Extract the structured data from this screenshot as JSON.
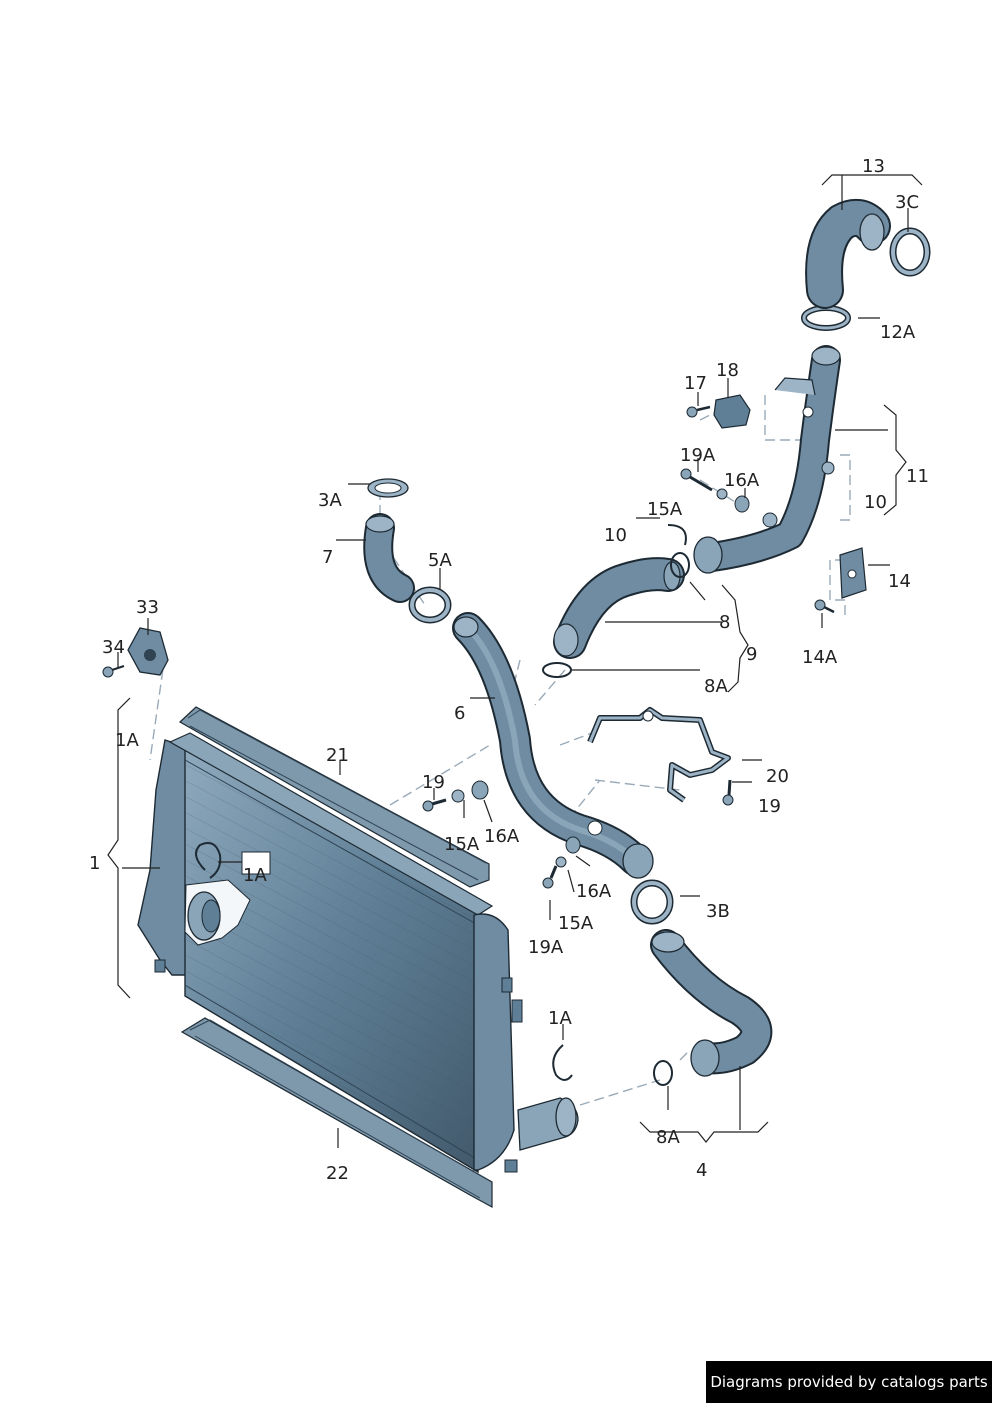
{
  "labels": {
    "l13": "13",
    "l3c": "3C",
    "l12a": "12A",
    "l18": "18",
    "l17": "17",
    "l11": "11",
    "l10r": "10",
    "l19a_top": "19A",
    "l16a_top": "16A",
    "l15a_top": "15A",
    "l10l": "10",
    "l14": "14",
    "l14a": "14A",
    "l8": "8",
    "l9": "9",
    "l8a_top": "8A",
    "l3a": "3A",
    "l7": "7",
    "l5a": "5A",
    "l6": "6",
    "l33": "33",
    "l34": "34",
    "l1a_left": "1A",
    "l21": "21",
    "l1": "1",
    "l1a_box": "1A",
    "l19_mid": "19",
    "l15a_mid": "15A",
    "l16a_mid": "16A",
    "l20": "20",
    "l19_right": "19",
    "l16a_low": "16A",
    "l15a_low": "15A",
    "l19a_low": "19A",
    "l3b": "3B",
    "l1a_bottom": "1A",
    "l8a_bottom": "8A",
    "l4": "4",
    "l22": "22"
  },
  "colors": {
    "part_fill": "#5f7f96",
    "part_light": "#9db4c6",
    "part_dark": "#2f4352",
    "outline": "#1d2a33"
  },
  "footer": {
    "text": "Diagrams provided by catalogs parts"
  }
}
